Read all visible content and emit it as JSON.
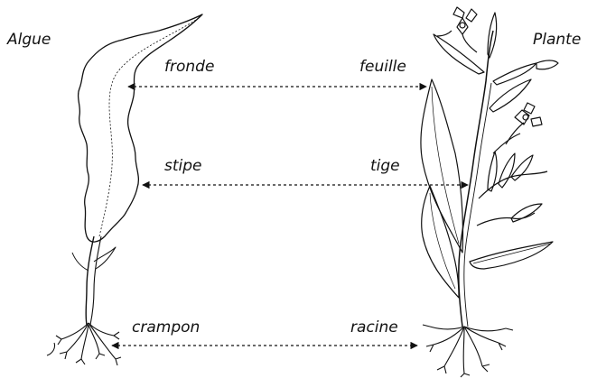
{
  "titles": {
    "left": "Algue",
    "right": "Plante"
  },
  "rows": [
    {
      "algue_part": "fronde",
      "plante_part": "feuille"
    },
    {
      "algue_part": "stipe",
      "plante_part": "tige"
    },
    {
      "algue_part": "crampon",
      "plante_part": "racine"
    }
  ],
  "colors": {
    "ink": "#111111",
    "background": "#ffffff"
  }
}
